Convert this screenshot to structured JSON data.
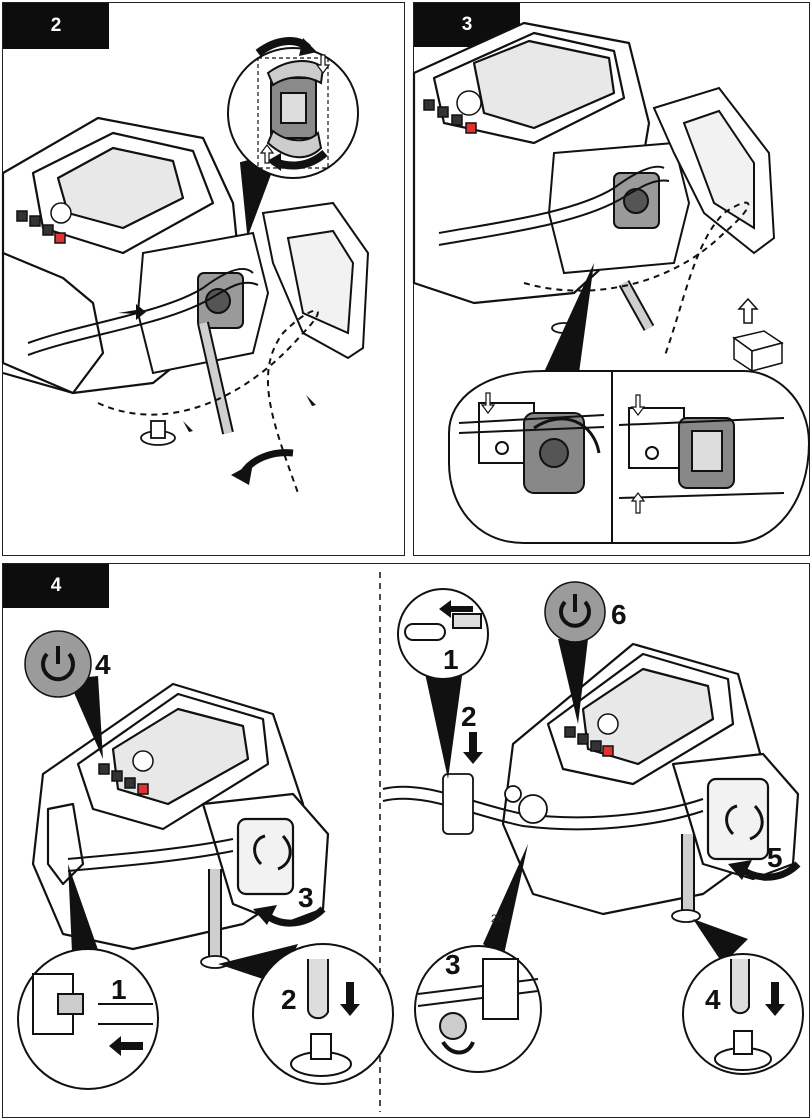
{
  "steps": {
    "s2": {
      "number": "2"
    },
    "s3": {
      "number": "3"
    },
    "s4": {
      "number": "4"
    }
  },
  "callouts": {
    "left": {
      "power": "4",
      "tube_insert": "1",
      "tube_down": "2",
      "rotate": "3"
    },
    "right": {
      "pull": "1",
      "push": "2",
      "clamp": "3",
      "clamp_count": "2x",
      "tube_down": "4",
      "rotate": "5",
      "power": "6"
    }
  },
  "icons": [
    "power-icon",
    "rotate-arrow-icon",
    "straight-arrow-icon",
    "hose-connector-icon",
    "box-icon"
  ]
}
